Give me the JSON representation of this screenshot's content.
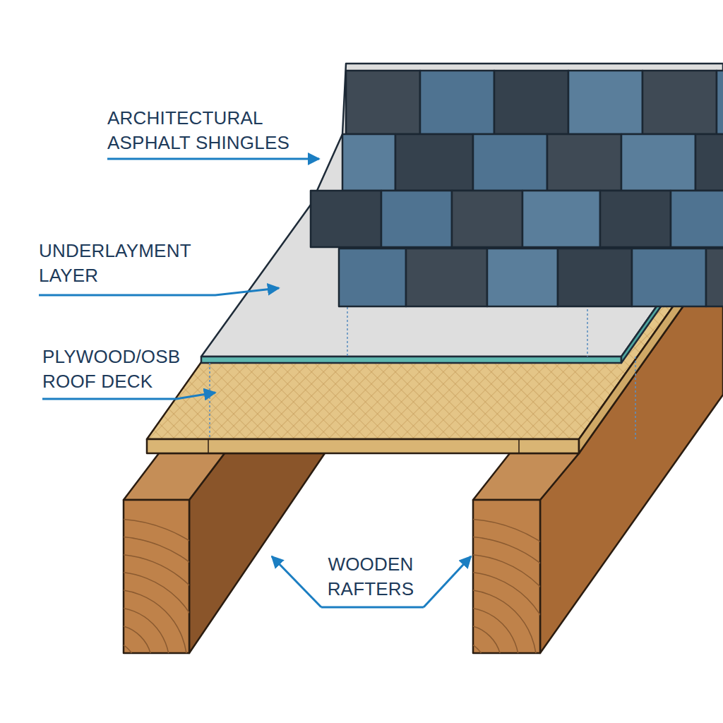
{
  "diagram": {
    "labels": [
      "ARCHITECTURAL ASPHALT SHINGLES",
      "UNDERLAYMENT LAYER",
      "PLYWOOD/OSB ROOF DECK",
      "WOODEN RAFTERS"
    ]
  }
}
